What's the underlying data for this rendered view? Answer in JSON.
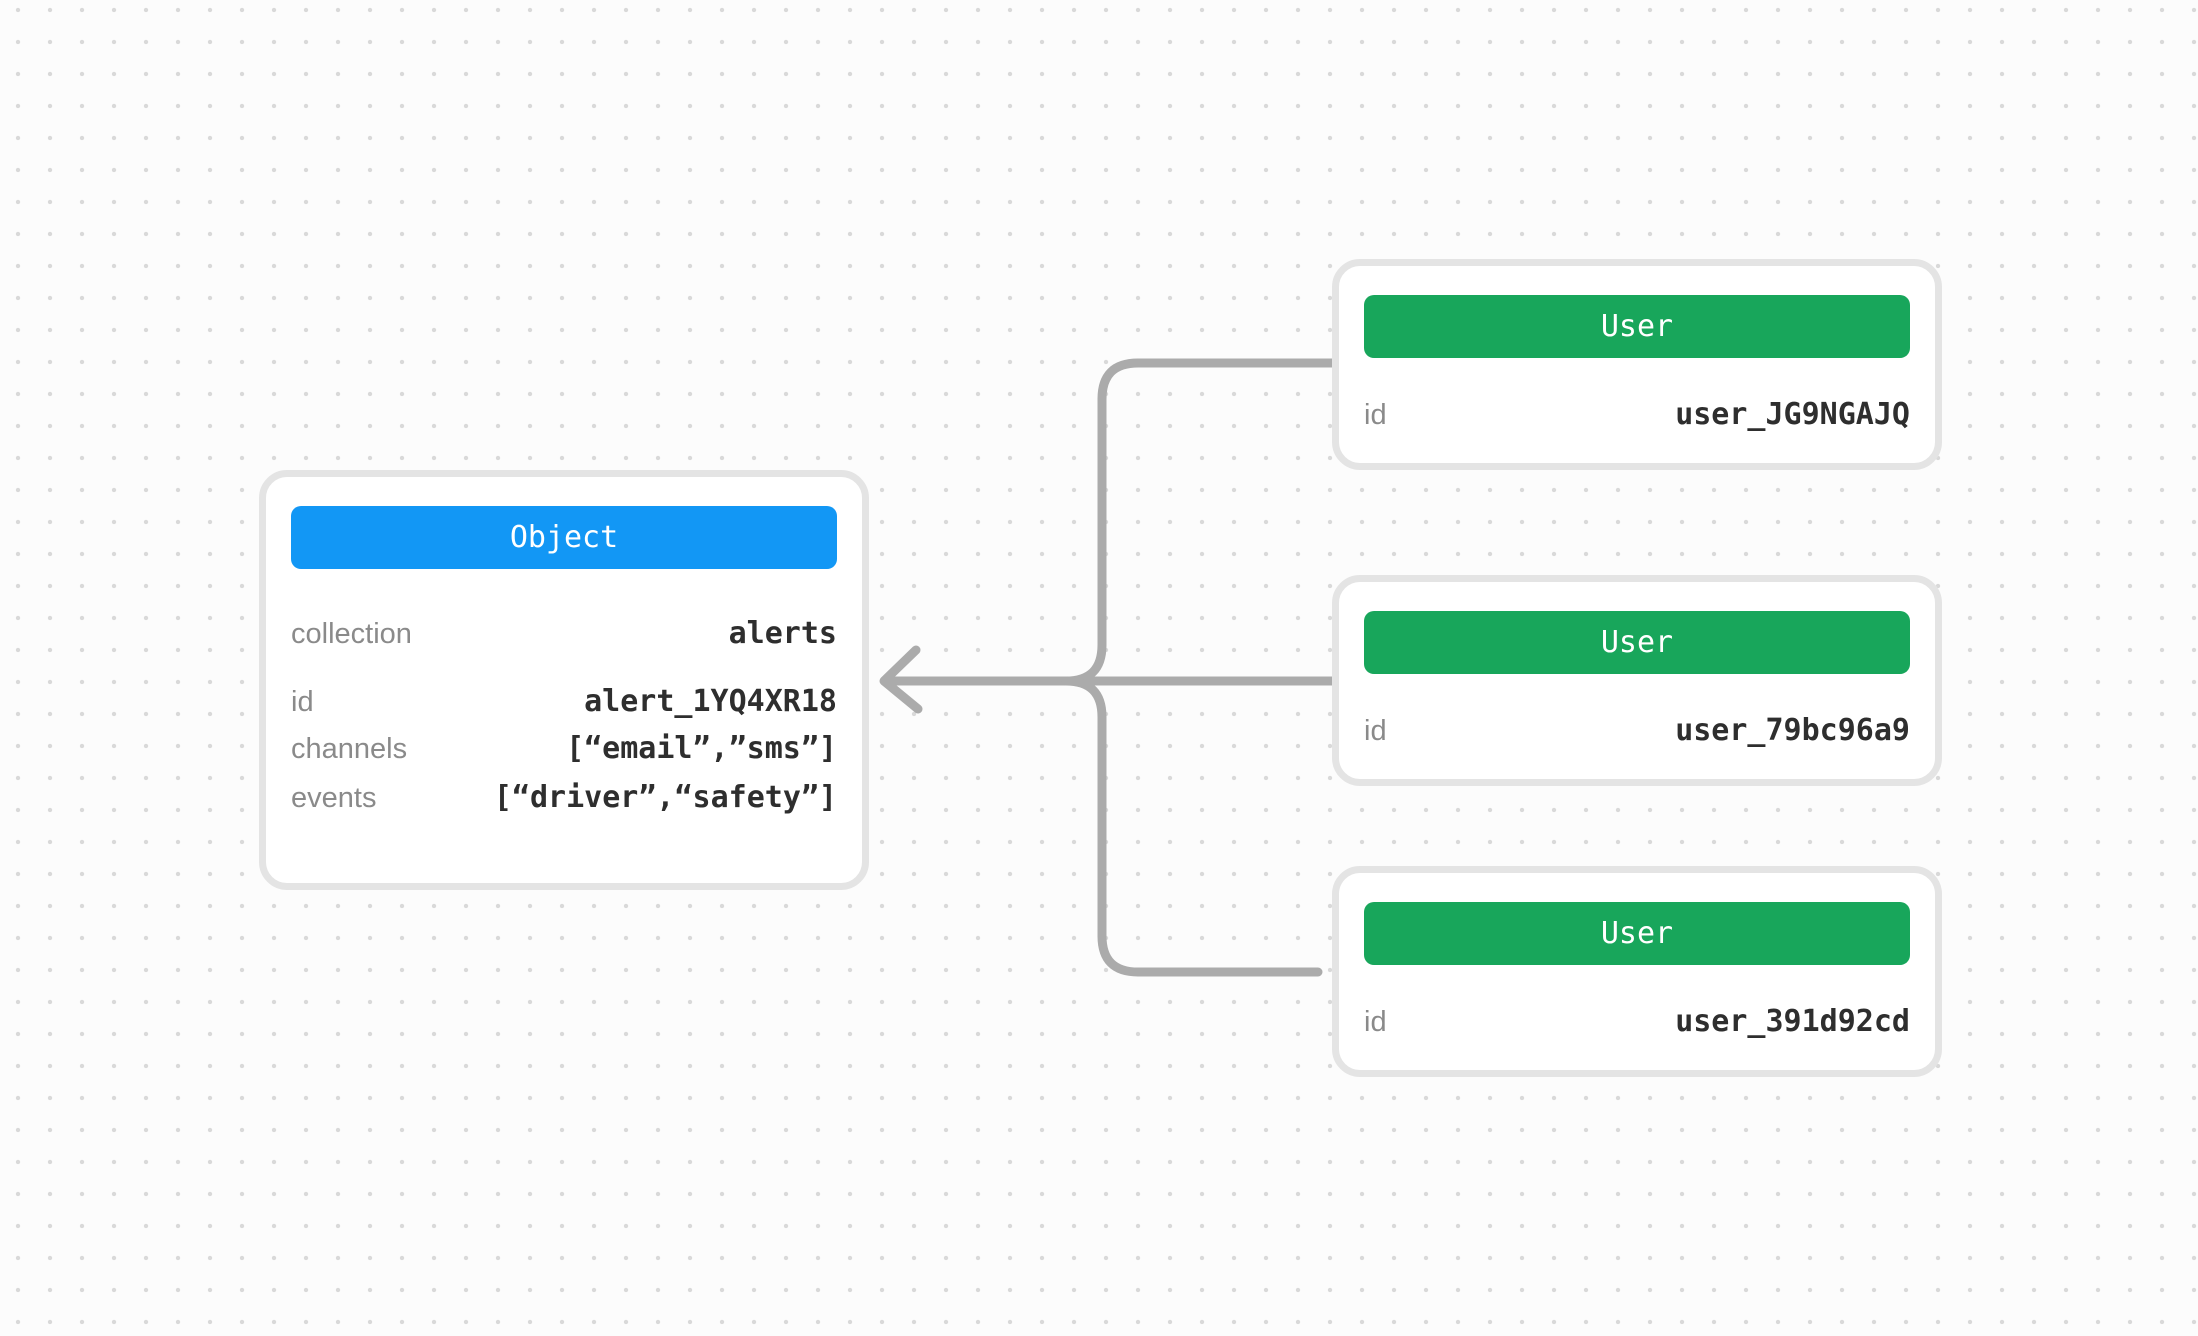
{
  "diagram": {
    "type": "entity-relationship",
    "description": "Object document referenced by three User documents"
  },
  "colors": {
    "object_header_bg": "#1297f5",
    "user_header_bg": "#18a65b",
    "connector": "#ababab",
    "card_border": "#e4e4e4",
    "label_text": "#8a8a8a",
    "value_text": "#2e2e2e",
    "header_text": "#ffffff",
    "canvas_bg": "#fcfcfc",
    "dot_grid": "#d9d9d9"
  },
  "object_node": {
    "title": "Object",
    "rows": [
      {
        "label": "collection",
        "value": "alerts"
      },
      {
        "label": "id",
        "value": "alert_1YQ4XR18"
      },
      {
        "label": "channels",
        "value": "[“email”,”sms”]"
      },
      {
        "label": "events",
        "value": "[“driver”,“safety”]"
      }
    ]
  },
  "user_nodes": [
    {
      "title": "User",
      "rows": [
        {
          "label": "id",
          "value": "user_JG9NGAJQ"
        }
      ]
    },
    {
      "title": "User",
      "rows": [
        {
          "label": "id",
          "value": "user_79bc96a9"
        }
      ]
    },
    {
      "title": "User",
      "rows": [
        {
          "label": "id",
          "value": "user_391d92cd"
        }
      ]
    }
  ]
}
